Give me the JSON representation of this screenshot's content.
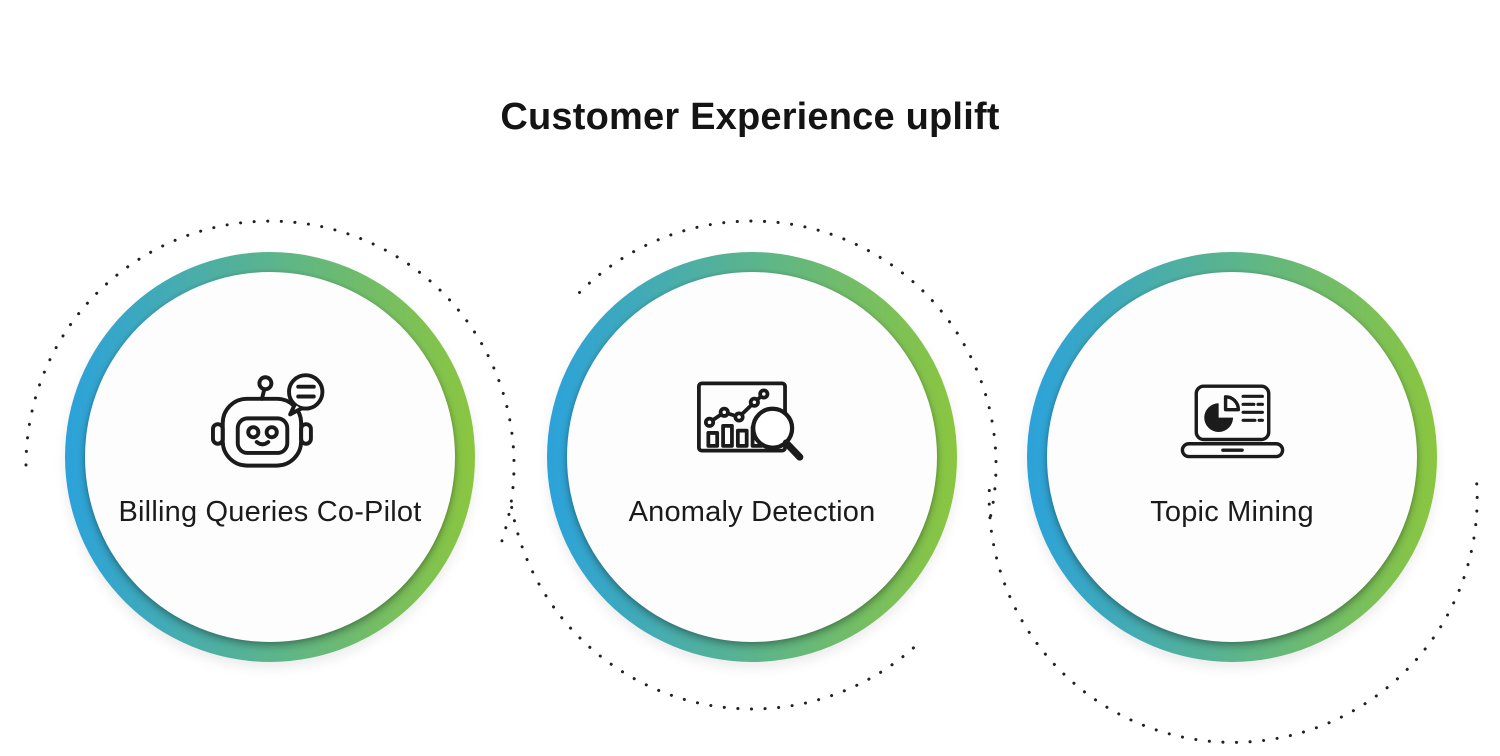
{
  "title": "Customer Experience uplift",
  "cards": [
    {
      "label": "Billing Queries Co-Pilot",
      "icon": "chatbot-icon"
    },
    {
      "label": "Anomaly Detection",
      "icon": "chart-magnifier-icon"
    },
    {
      "label": "Topic Mining",
      "icon": "laptop-pie-chart-icon"
    }
  ],
  "colors": {
    "background": "#ffffff",
    "title_color": "#141414",
    "label_color": "#1b1b1b",
    "ring_gradient_start": "#2ba2db",
    "ring_gradient_end": "#8bc63f",
    "circle_face": "#fdfdfd",
    "dot_color": "#202020",
    "icon_stroke": "#1b1b1b"
  }
}
